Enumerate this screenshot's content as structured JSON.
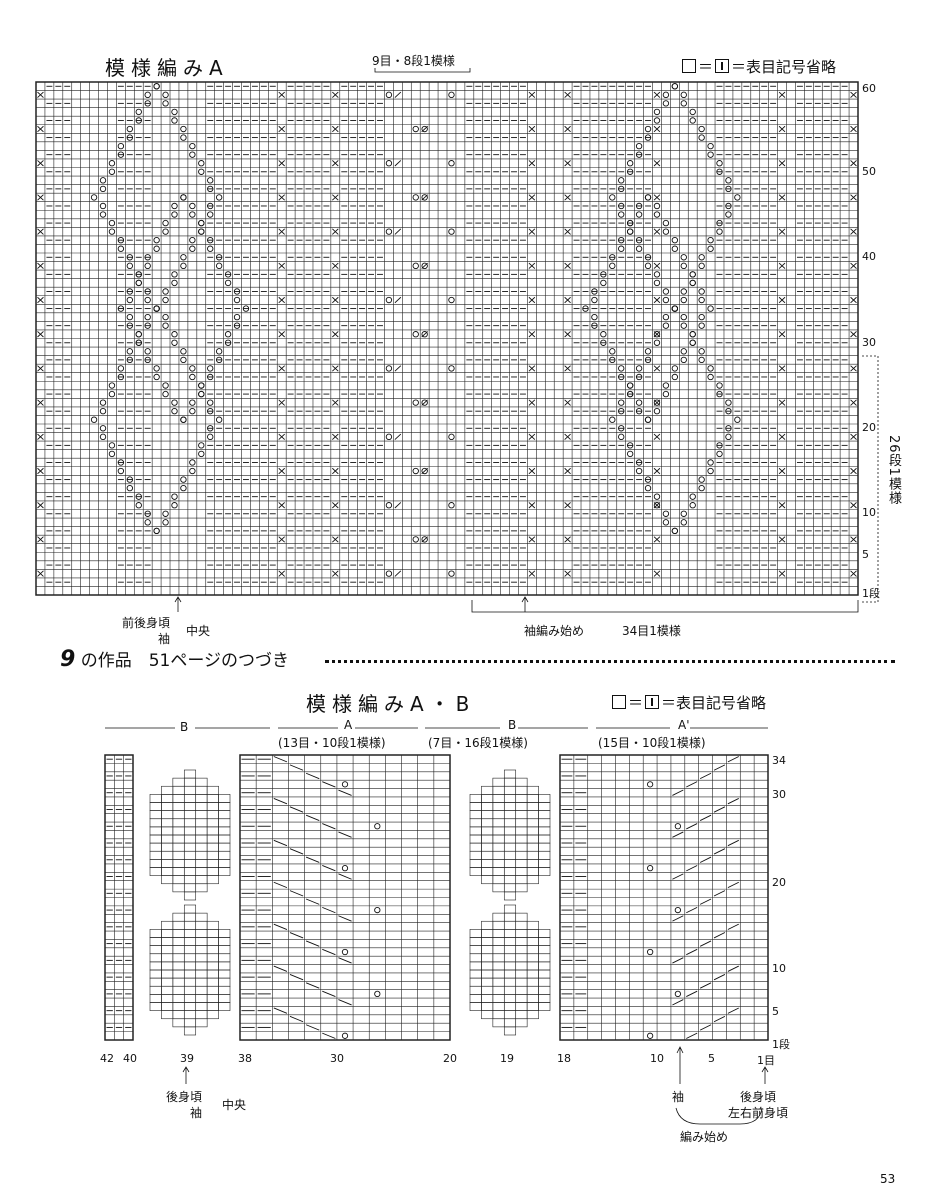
{
  "chartA": {
    "title": "模様編みA",
    "legend": "＝表目記号省略",
    "repeat_top": "9目・8段1模様",
    "row_numbers": [
      "60",
      "50",
      "40",
      "30",
      "20",
      "10",
      "5",
      "1段"
    ],
    "repeat_side": "26段1模様",
    "center_label_1": "前後身頃",
    "center_label_2": "袖",
    "center_label_3": "中央",
    "sleeve_start": "袖編み始め",
    "repeat_bottom": "34目1模様"
  },
  "section": {
    "number": "9",
    "text": "の作品　51ページのつづき"
  },
  "chartB": {
    "title": "模様編みA・B",
    "legend": "＝表目記号省略",
    "labels": {
      "b1": "B",
      "a": "A",
      "b2": "B",
      "a2": "A'",
      "a_repeat": "(13目・10段1模様)",
      "b_repeat": "(7目・16段1模様)",
      "a2_repeat": "(15目・10段1模様)"
    },
    "row_numbers": [
      "34",
      "30",
      "20",
      "10",
      "5",
      "1段"
    ],
    "col_numbers": [
      "42",
      "40",
      "39",
      "38",
      "30",
      "20",
      "19",
      "18",
      "10",
      "5",
      "1目"
    ],
    "center_label_1": "後身頃",
    "center_label_2": "袖",
    "center_label_3": "中央",
    "right_label_1": "袖",
    "right_label_2": "後身頃",
    "right_label_3": "左右前身頃",
    "right_label_4": "編み始め"
  },
  "page_number": "53"
}
